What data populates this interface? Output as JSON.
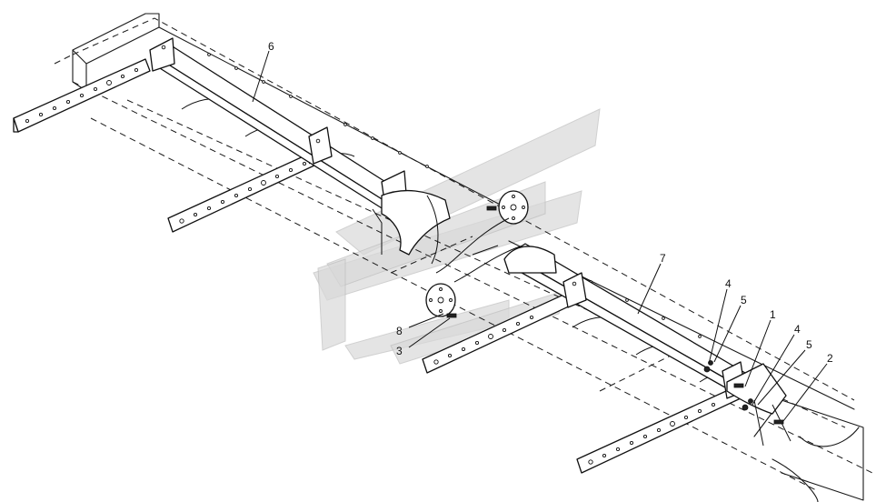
{
  "figure": {
    "callouts": [
      {
        "id": "c6",
        "label": "6"
      },
      {
        "id": "c7",
        "label": "7"
      },
      {
        "id": "c4a",
        "label": "4"
      },
      {
        "id": "c5a",
        "label": "5"
      },
      {
        "id": "c1",
        "label": "1"
      },
      {
        "id": "c4b",
        "label": "4"
      },
      {
        "id": "c5b",
        "label": "5"
      },
      {
        "id": "c2",
        "label": "2"
      },
      {
        "id": "c8",
        "label": "8"
      },
      {
        "id": "c3",
        "label": "3"
      }
    ]
  }
}
